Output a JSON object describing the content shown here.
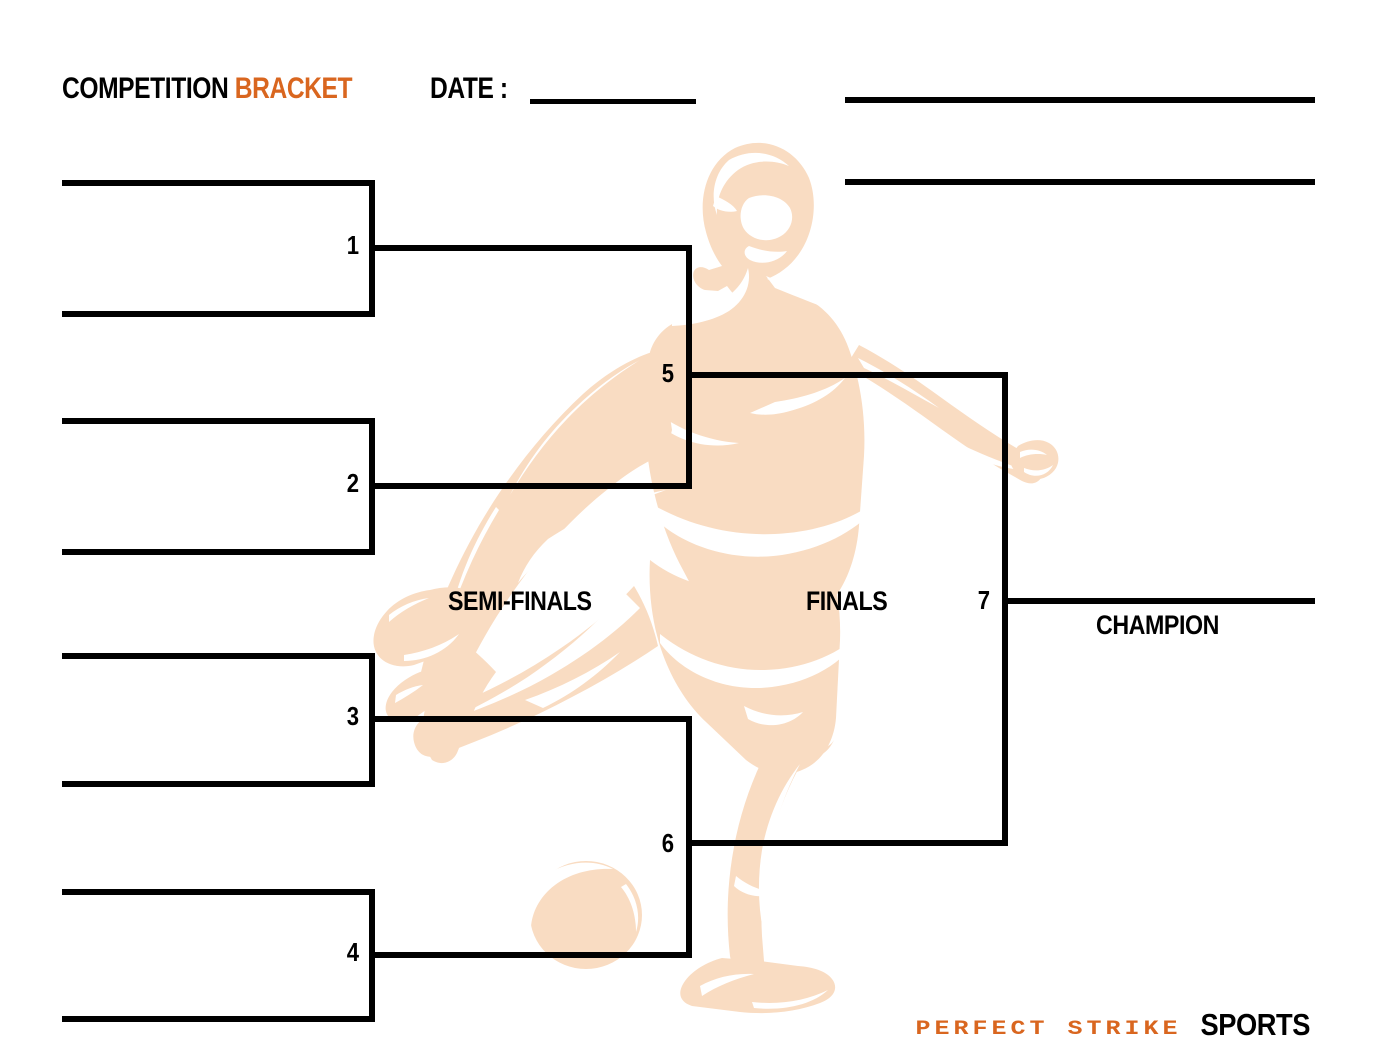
{
  "header": {
    "title_main": "COMPETITION",
    "title_accent": "BRACKET",
    "date_label": "DATE :",
    "date_value": "",
    "blank_line_1": "",
    "blank_line_2": ""
  },
  "rounds": {
    "semifinals_label": "SEMI-FINALS",
    "finals_label": "FINALS",
    "champion_label": "CHAMPION"
  },
  "matches": [
    {
      "number": "1",
      "round": "quarterfinal",
      "slot_top": "",
      "slot_bottom": ""
    },
    {
      "number": "2",
      "round": "quarterfinal",
      "slot_top": "",
      "slot_bottom": ""
    },
    {
      "number": "3",
      "round": "quarterfinal",
      "slot_top": "",
      "slot_bottom": ""
    },
    {
      "number": "4",
      "round": "quarterfinal",
      "slot_top": "",
      "slot_bottom": ""
    },
    {
      "number": "5",
      "round": "semifinal",
      "slot_top": "",
      "slot_bottom": ""
    },
    {
      "number": "6",
      "round": "semifinal",
      "slot_top": "",
      "slot_bottom": ""
    },
    {
      "number": "7",
      "round": "final",
      "slot_top": "",
      "slot_bottom": ""
    }
  ],
  "footer": {
    "logo_mark": "PERFECT STRIKE",
    "logo_word": "SPORTS"
  },
  "colors": {
    "accent_orange": "#D9661F",
    "line_black": "#000000",
    "silhouette_peach": "#F9DCC2",
    "background": "#FFFFFF"
  },
  "artwork": {
    "name": "soccer-player-kicking-ball-silhouette"
  }
}
